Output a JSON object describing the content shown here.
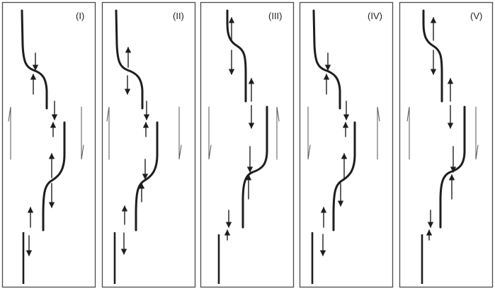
{
  "panels": [
    {
      "label": "(I)",
      "top_arrows": "meet",
      "bottom_arrows": "apart",
      "sense": "sinistral"
    },
    {
      "label": "(II)",
      "top_arrows": "apart",
      "bottom_arrows": "apart",
      "sense": "sinistral"
    },
    {
      "label": "(III)",
      "top_arrows": "apart",
      "bottom_arrows": "meet",
      "sense": "dextral"
    },
    {
      "label": "(IV)",
      "top_arrows": "meet",
      "bottom_arrows": "apart",
      "sense": "dextral"
    },
    {
      "label": "(V)",
      "top_arrows": "apart",
      "bottom_arrows": "meet",
      "sense": "sinistral"
    }
  ],
  "colors": {
    "line": "#1e1e1e",
    "frame": "#4a4a4a",
    "background": "#ffffff"
  }
}
